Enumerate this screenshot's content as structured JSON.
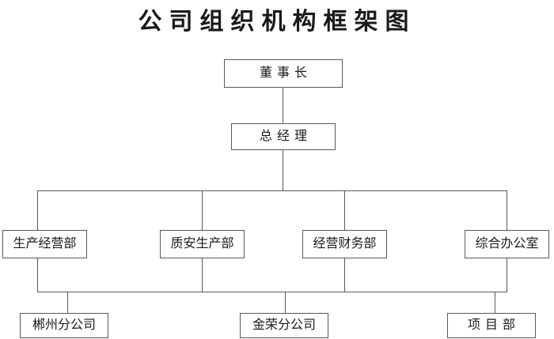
{
  "title": "公司组织机构框架图",
  "chart_data": {
    "type": "diagram",
    "diagram_kind": "organizational-chart",
    "title": "公司组织机构框架图",
    "orientation": "top-down",
    "levels": [
      {
        "level": 1,
        "nodes": [
          "董事长"
        ]
      },
      {
        "level": 2,
        "nodes": [
          "总经理"
        ]
      },
      {
        "level": 3,
        "nodes": [
          "生产经营部",
          "质安生产部",
          "经营财务部",
          "综合办公室"
        ]
      },
      {
        "level": 4,
        "nodes": [
          "郴州分公司",
          "金荣分公司",
          "项目部"
        ]
      }
    ],
    "edges": [
      {
        "from": "董事长",
        "to": "总经理"
      },
      {
        "from": "总经理",
        "to": "生产经营部"
      },
      {
        "from": "总经理",
        "to": "质安生产部"
      },
      {
        "from": "总经理",
        "to": "经营财务部"
      },
      {
        "from": "总经理",
        "to": "综合办公室"
      },
      {
        "from": "部门横线",
        "to": "郴州分公司"
      },
      {
        "from": "部门横线",
        "to": "金荣分公司"
      },
      {
        "from": "部门横线",
        "to": "项目部"
      }
    ],
    "line_color": "#595959",
    "box_fill": "#ffffff",
    "text_color": "#1a1a1a"
  },
  "nodes": {
    "chairman": "董事长",
    "general_manager": "总经理",
    "dept_production": "生产经营部",
    "dept_quality_safety": "质安生产部",
    "dept_finance": "经营财务部",
    "dept_general_office": "综合办公室",
    "branch_chenzhou": "郴州分公司",
    "branch_jinrong": "金荣分公司",
    "project_dept": "项目部"
  }
}
